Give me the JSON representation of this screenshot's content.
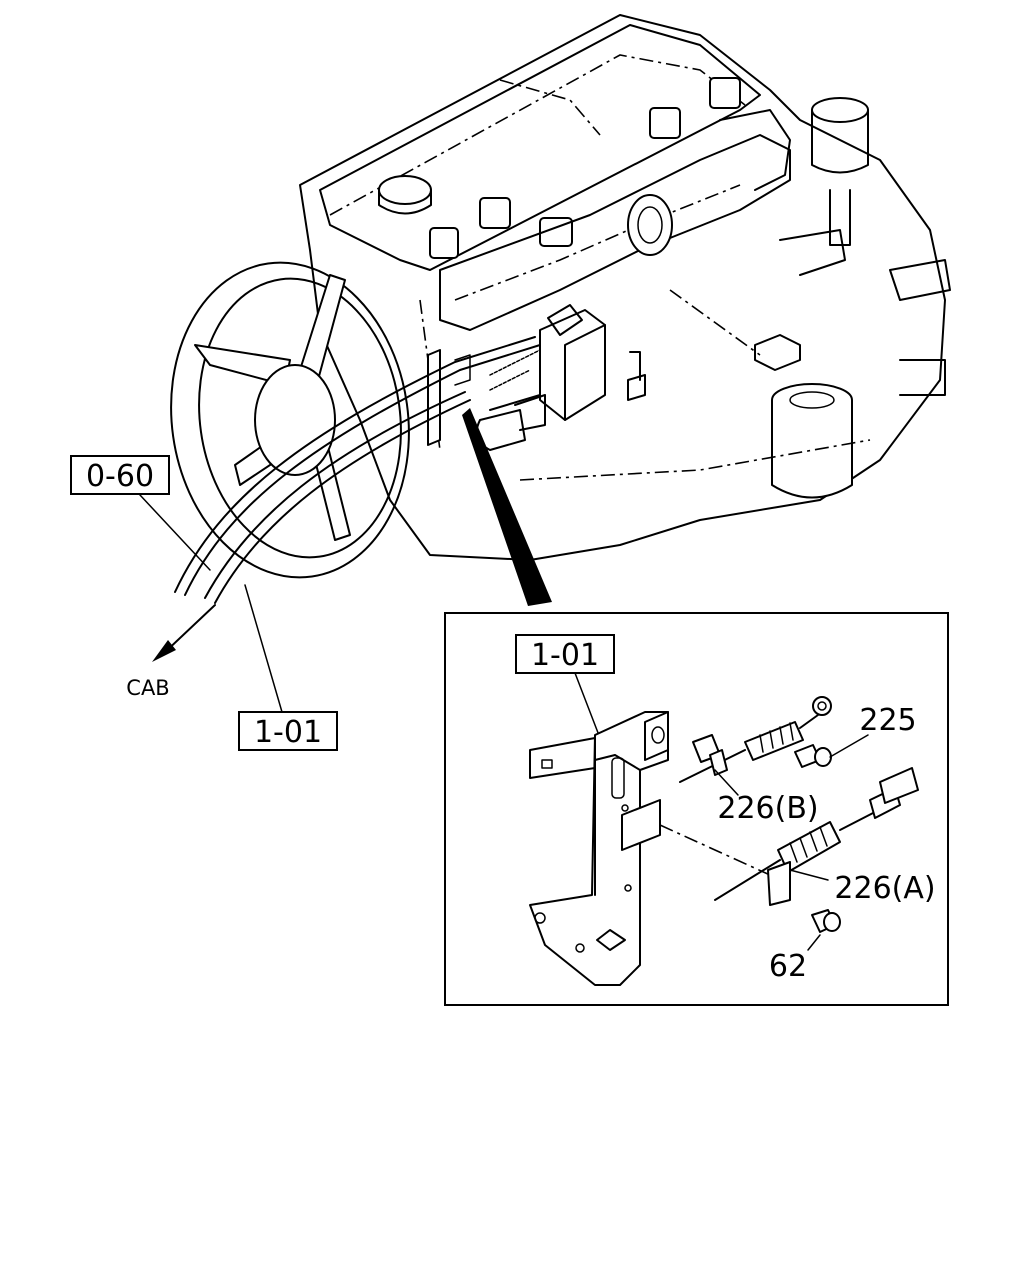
{
  "labels": {
    "ref_0_60": "0-60",
    "ref_1_01_main": "1-01",
    "ref_1_01_detail": "1-01",
    "cab": "CAB",
    "part_225": "225",
    "part_226b": "226(B)",
    "part_226a": "226(A)",
    "part_62": "62"
  }
}
